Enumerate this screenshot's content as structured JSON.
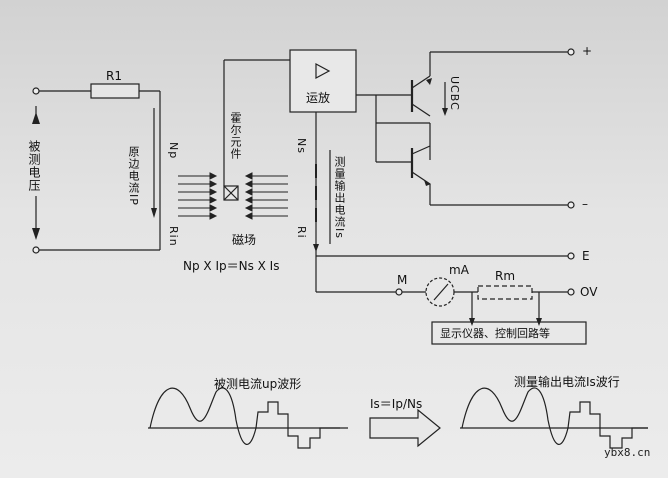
{
  "labels": {
    "r1": "R1",
    "source_voltage": "被测电压",
    "primary_current": "原边电流IP",
    "np": "Np",
    "rin": "Rin",
    "hall_element": "霍尔元件",
    "magnetic_field": "磁场",
    "amplifier": "运放",
    "ns": "Ns",
    "output_current": "测量输出电流Is",
    "ri": "Ri",
    "formula": "Np X Ip＝Ns X Is",
    "terminal_plus": "+",
    "terminal_minus": "–",
    "ucbc": "UCBC",
    "terminal_e": "E",
    "terminal_m": "M",
    "ma": "mA",
    "rm": "Rm",
    "terminal_0v": "OV",
    "display_box": "显示仪器、控制回路等",
    "wave_left": "被测电流up波形",
    "ratio": "Is＝Ip/Ns",
    "wave_right": "测量输出电流Is波行",
    "watermark": "ybx8.cn"
  },
  "colors": {
    "line": "#222222",
    "arrow_fill": "#b8b8b8"
  }
}
